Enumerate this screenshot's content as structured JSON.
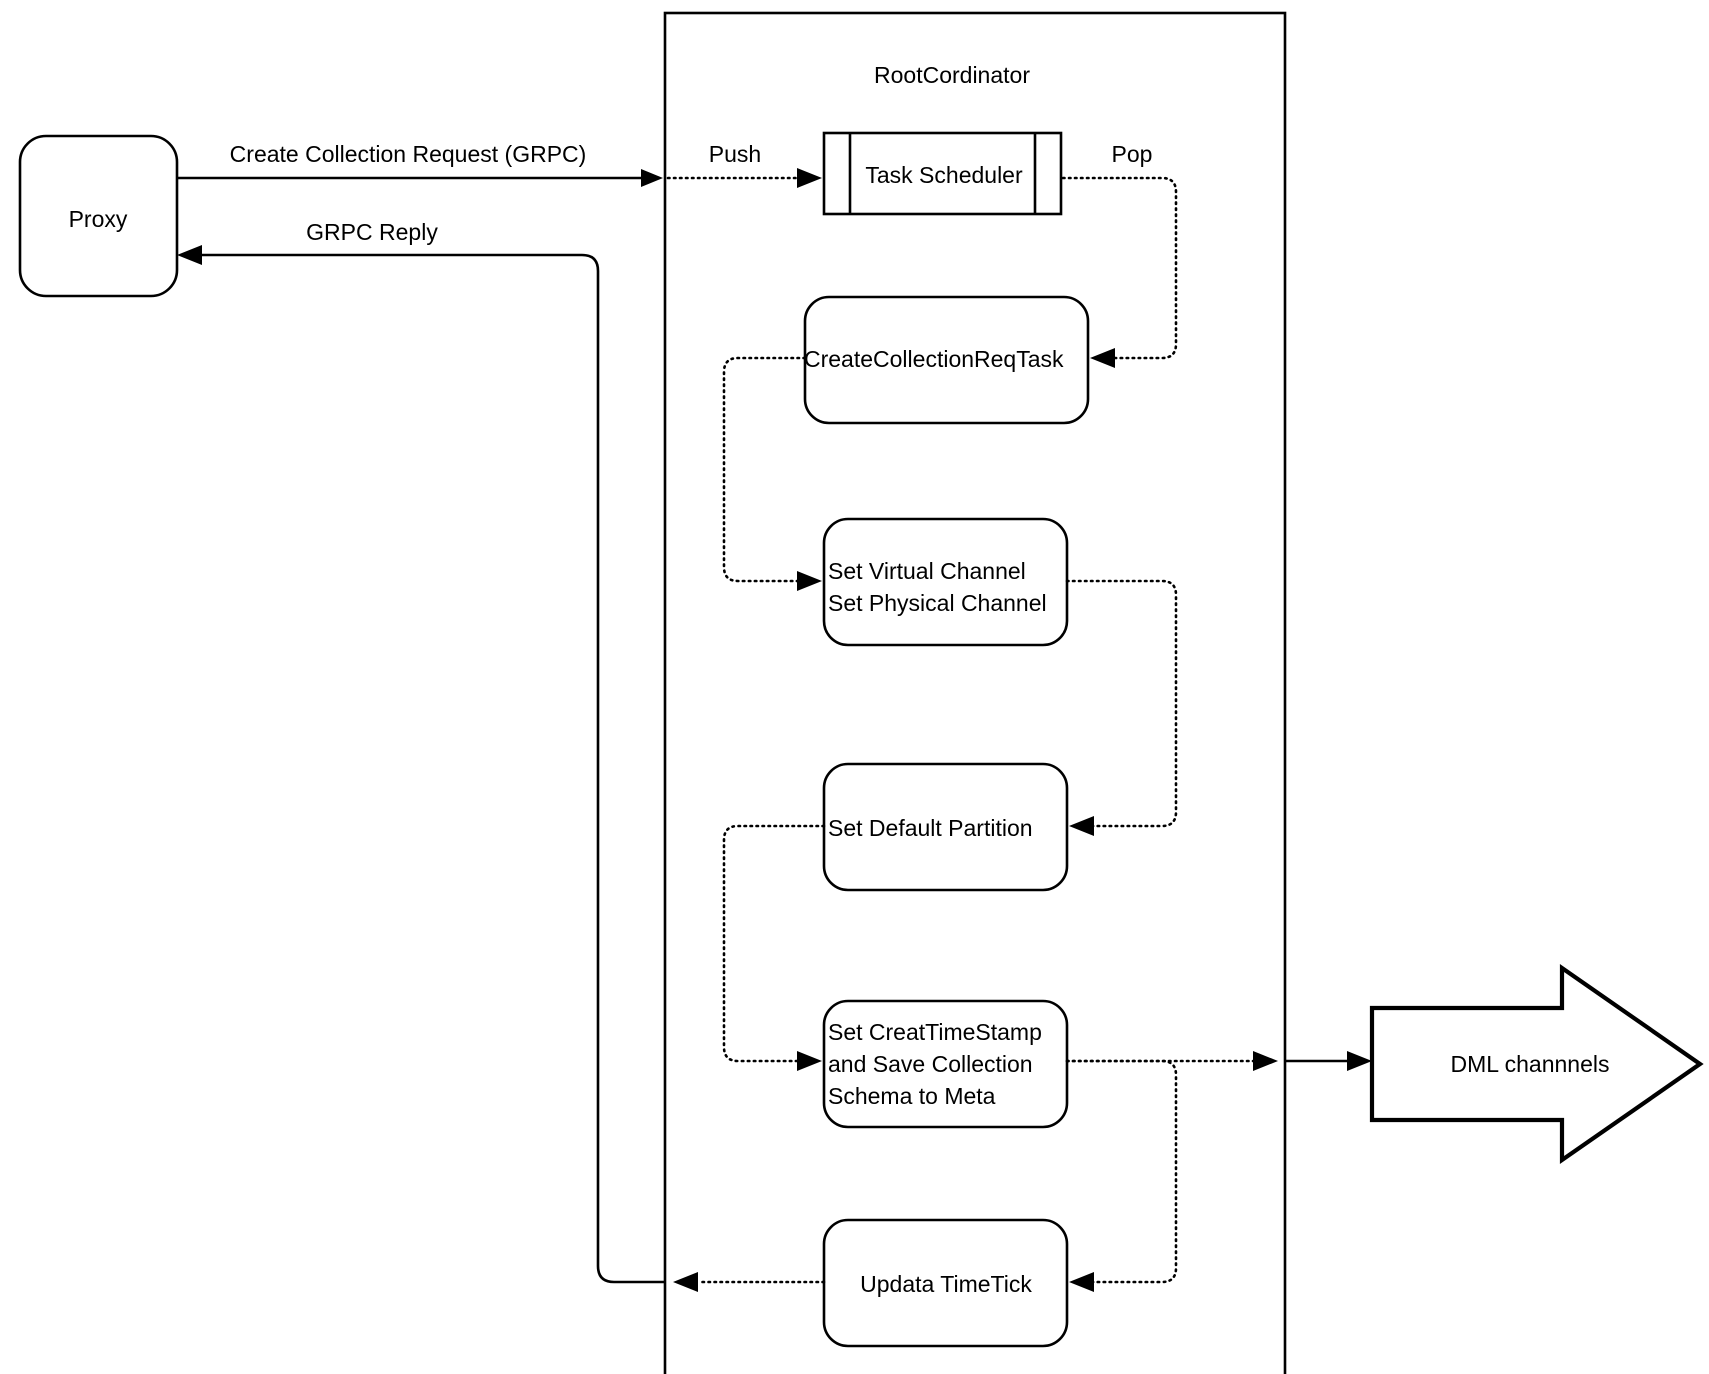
{
  "diagram": {
    "type": "flowchart",
    "title_visible": false,
    "colors": {
      "stroke": "#000000",
      "fill": "#ffffff",
      "text": "#000000"
    },
    "container": {
      "label": "RootCordinator",
      "shape": "rectangle"
    },
    "nodes": [
      {
        "id": "proxy",
        "label": "Proxy",
        "shape": "rounded-rectangle"
      },
      {
        "id": "sched",
        "label": "Task Scheduler",
        "shape": "process"
      },
      {
        "id": "task",
        "label": "CreateCollectionReqTask",
        "shape": "rounded-rectangle"
      },
      {
        "id": "chan",
        "label": "Set Virtual Channel\nSet Physical Channel",
        "shape": "rounded-rectangle",
        "lines": [
          "Set Virtual Channel",
          "Set Physical Channel"
        ]
      },
      {
        "id": "part",
        "label": "Set Default Partition",
        "shape": "rounded-rectangle"
      },
      {
        "id": "meta",
        "label": "Set CreatTimeStamp and Save Collection Schema to Meta",
        "shape": "rounded-rectangle",
        "lines": [
          "Set CreatTimeStamp",
          "and Save Collection",
          "Schema to Meta"
        ]
      },
      {
        "id": "tick",
        "label": "Updata TimeTick",
        "shape": "rounded-rectangle"
      },
      {
        "id": "dml",
        "label": "DML channnels",
        "shape": "block-arrow-right"
      }
    ],
    "edges": [
      {
        "from": "proxy",
        "to": "container",
        "label": "Create Collection Request (GRPC)",
        "style": "solid",
        "arrow": "end"
      },
      {
        "from": "container",
        "to": "proxy",
        "label": "GRPC Reply",
        "style": "solid",
        "arrow": "end"
      },
      {
        "from": "container-edge",
        "to": "sched",
        "label": "Push",
        "style": "dotted",
        "arrow": "end"
      },
      {
        "from": "sched",
        "to": "task",
        "label": "Pop",
        "style": "dotted",
        "arrow": "end"
      },
      {
        "from": "task",
        "to": "chan",
        "label": "",
        "style": "dotted",
        "arrow": "end"
      },
      {
        "from": "chan",
        "to": "part",
        "label": "",
        "style": "dotted",
        "arrow": "end"
      },
      {
        "from": "part",
        "to": "meta",
        "label": "",
        "style": "dotted",
        "arrow": "end"
      },
      {
        "from": "meta",
        "to": "dml",
        "label": "",
        "style": "dotted-then-solid",
        "arrow": "end"
      },
      {
        "from": "meta",
        "to": "tick",
        "label": "",
        "style": "dotted",
        "arrow": "end"
      },
      {
        "from": "tick",
        "to": "proxy",
        "label": "",
        "style": "dotted",
        "arrow": "end"
      }
    ]
  }
}
